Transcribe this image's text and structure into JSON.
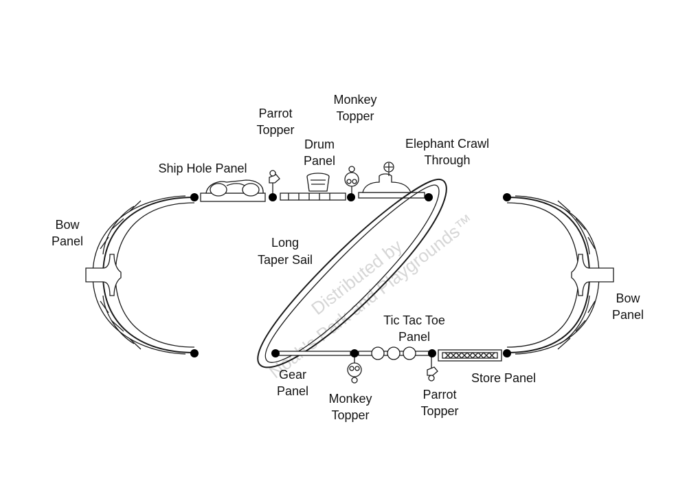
{
  "labels": {
    "bow_left": [
      "Bow",
      "Panel"
    ],
    "bow_right": [
      "Bow",
      "Panel"
    ],
    "ship_hole": "Ship Hole Panel",
    "parrot_top": [
      "Parrot",
      "Topper"
    ],
    "drum": [
      "Drum",
      "Panel"
    ],
    "monkey_top": [
      "Monkey",
      "Topper"
    ],
    "elephant": [
      "Elephant Crawl",
      "Through"
    ],
    "long_sail": [
      "Long",
      "Taper Sail"
    ],
    "tic_tac_toe": [
      "Tic Tac Toe",
      "Panel"
    ],
    "gear": [
      "Gear",
      "Panel"
    ],
    "monkey_bottom": [
      "Monkey",
      "Topper"
    ],
    "parrot_bottom": [
      "Parrot",
      "Topper"
    ],
    "store": "Store Panel"
  },
  "watermark": [
    "Distributed by",
    "Noah's Park and Playgrounds™"
  ]
}
